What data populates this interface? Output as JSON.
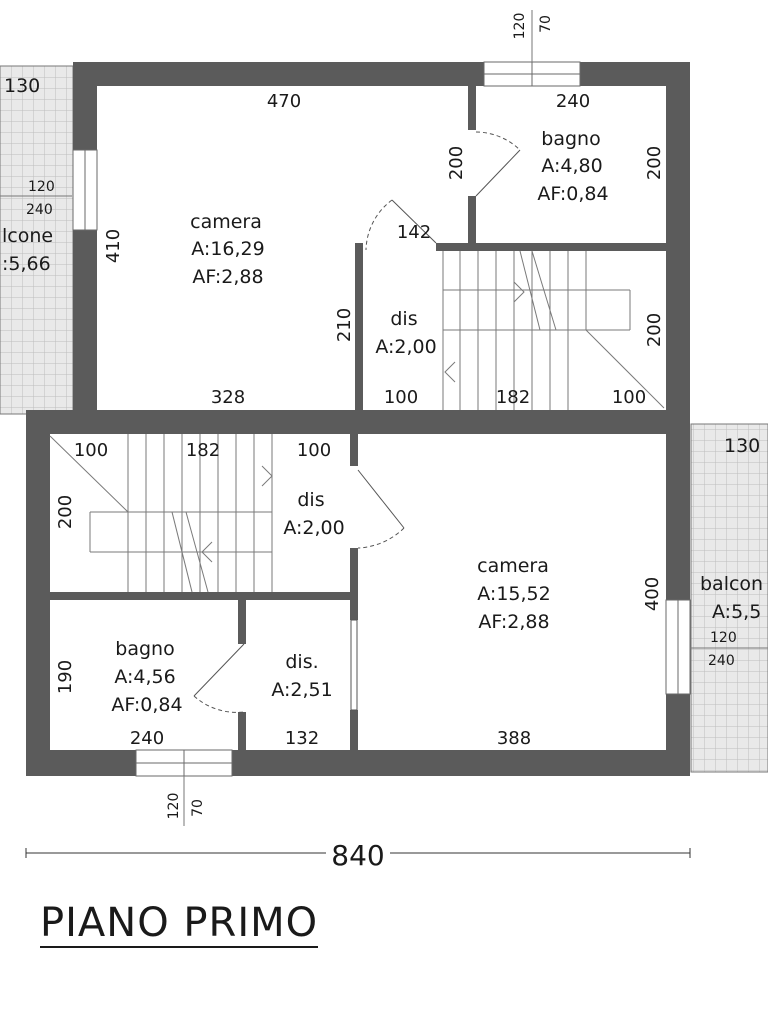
{
  "title": "PIANO PRIMO",
  "overall_width": "840",
  "rooms": {
    "camera1": {
      "name": "camera",
      "area": "A:16,29",
      "af": "AF:2,88"
    },
    "bagno1": {
      "name": "bagno",
      "area": "A:4,80",
      "af": "AF:0,84"
    },
    "dis1": {
      "name": "dis",
      "area": "A:2,00"
    },
    "dis2": {
      "name": "dis",
      "area": "A:2,00"
    },
    "camera2": {
      "name": "camera",
      "area": "A:15,52",
      "af": "AF:2,88"
    },
    "bagno2": {
      "name": "bagno",
      "area": "A:4,56",
      "af": "AF:0,84"
    },
    "dis3": {
      "name": "dis.",
      "area": "A:2,51"
    },
    "balcone_left": {
      "name": "lcone",
      "area": ":5,66"
    },
    "balcone_right": {
      "name": "balcon",
      "area": "A:5,5"
    }
  },
  "dimensions": {
    "d470": "470",
    "d240_top": "240",
    "d200_bagno_left": "200",
    "d200_bagno_right": "200",
    "d410": "410",
    "d142": "142",
    "d210": "210",
    "d200_stair_upper": "200",
    "d328": "328",
    "d100_upper_a": "100",
    "d182_upper": "182",
    "d100_upper_b": "100",
    "d100_lower_a": "100",
    "d182_lower": "182",
    "d100_lower_b": "100",
    "d200_stair_lower": "200",
    "d400": "400",
    "d190": "190",
    "d240_bagno2": "240",
    "d132": "132",
    "d388": "388",
    "d130_left": "130",
    "d130_right": "130"
  },
  "windows": {
    "top": {
      "h": "120",
      "s": "70"
    },
    "left": {
      "w": "120",
      "h": "240"
    },
    "right": {
      "w": "120",
      "h": "240"
    },
    "bottom": {
      "h": "120",
      "s": "70"
    }
  }
}
